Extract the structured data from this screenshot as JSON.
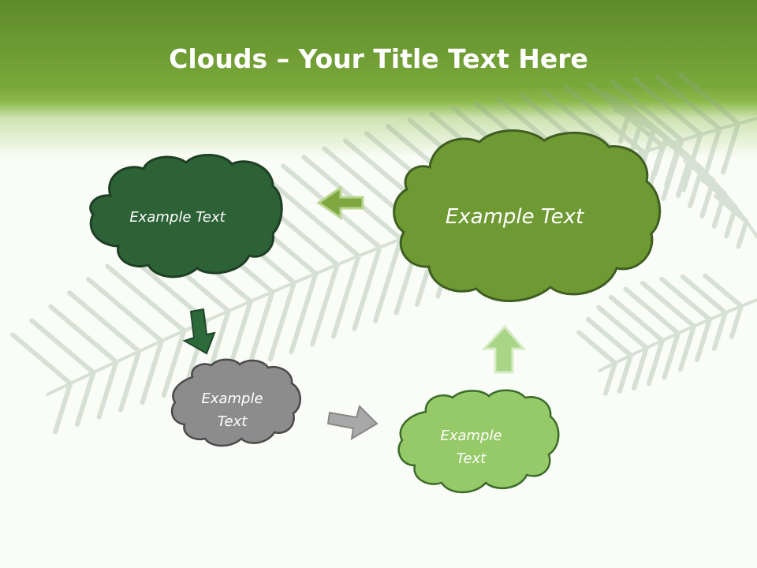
{
  "title": {
    "bold": "Clouds",
    "rest": " – Your Title Text Here"
  },
  "clouds": [
    {
      "label": "Example Text",
      "color": "#2d6236"
    },
    {
      "label": "Example Text",
      "color": "#6f9a33"
    },
    {
      "label": "Example\nText",
      "color": "#8c8c8c"
    },
    {
      "label": "Example\nText",
      "color": "#96c967"
    }
  ],
  "arrow_colors": {
    "left": "#7ea83f",
    "down": "#2d6a3a",
    "right": "#a8a8a8",
    "up": "#a8d586"
  },
  "background_motif": "palm-leaf"
}
